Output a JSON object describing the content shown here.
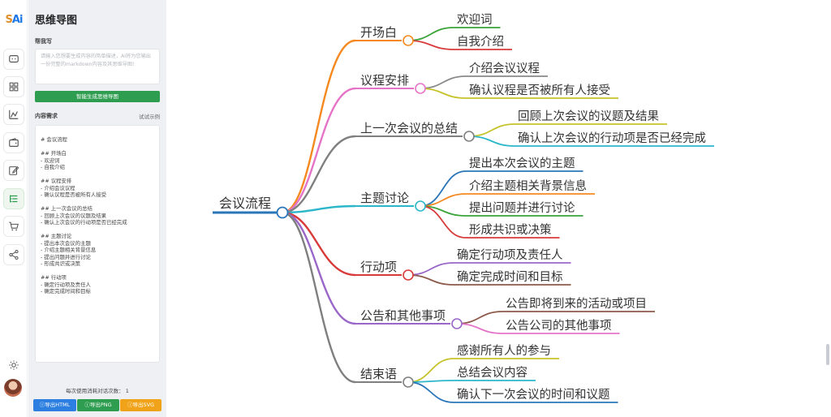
{
  "app": {
    "logo": {
      "left": "S",
      "right": "Ai"
    },
    "title": "思维导图"
  },
  "rail": [
    "chat-icon",
    "grid-icon",
    "chart-icon",
    "wallet-icon",
    "edit-icon",
    "mindmap-icon",
    "cart-icon",
    "share-icon",
    "sun-icon"
  ],
  "panel": {
    "helper_label": "帮我写",
    "prompt_placeholder": "请输入您想要生成内容的简单描述，AI将为您输出一份完整的markdown内容及其思维导图!",
    "generate_button": "智能生成思维导图",
    "requirement_label": "内容需求",
    "example_link": "试试示例",
    "markdown_lines": [
      "# 会议流程",
      "",
      "## 开场白",
      "- 欢迎词",
      "- 自我介绍",
      "",
      "## 议程安排",
      "- 介绍会议议程",
      "- 确认议程是否被所有人接受",
      "",
      "## 上一次会议的总结",
      "- 回顾上次会议的议题及结果",
      "- 确认上次会议的行动项是否已经完成",
      "",
      "## 主题讨论",
      "- 提出本次会议的主题",
      "- 介绍主题相关背景信息",
      "- 提出问题并进行讨论",
      "- 形成共识或决策",
      "",
      "## 行动项",
      "- 确定行动项及责任人",
      "- 确定完成时间和目标"
    ],
    "usage_text": "每次使用消耗对话次数： 1",
    "export_html": "导出HTML",
    "export_png": "导出PNG",
    "export_svg": "导出SVG"
  },
  "mindmap": {
    "root": "会议流程",
    "branches": [
      {
        "label": "开场白",
        "color": "#f5891f",
        "children": [
          {
            "label": "欢迎词",
            "color": "#3aa33a"
          },
          {
            "label": "自我介绍",
            "color": "#d83a3a"
          }
        ]
      },
      {
        "label": "议程安排",
        "color": "#e574c9",
        "children": [
          {
            "label": "介绍会议议程",
            "color": "#8a8a8a"
          },
          {
            "label": "确认议程是否被所有人接受",
            "color": "#c6c22a"
          }
        ]
      },
      {
        "label": "上一次会议的总结",
        "color": "#7f7f7f",
        "children": [
          {
            "label": "回顾上次会议的议题及结果",
            "color": "#c6c22a"
          },
          {
            "label": "确认上次会议的行动项是否已经完成",
            "color": "#2bb7c9"
          }
        ]
      },
      {
        "label": "主题讨论",
        "color": "#2bb7c9",
        "children": [
          {
            "label": "提出本次会议的主题",
            "color": "#2a76b8"
          },
          {
            "label": "介绍主题相关背景信息",
            "color": "#f5891f"
          },
          {
            "label": "提出问题并进行讨论",
            "color": "#3aa33a"
          },
          {
            "label": "形成共识或决策",
            "color": "#d83a3a"
          }
        ]
      },
      {
        "label": "行动项",
        "color": "#d83a3a",
        "children": [
          {
            "label": "确定行动项及责任人",
            "color": "#9a67c9"
          },
          {
            "label": "确定完成时间和目标",
            "color": "#8c5a4a"
          }
        ]
      },
      {
        "label": "公告和其他事项",
        "color": "#9a67c9",
        "children": [
          {
            "label": "公告即将到来的活动或项目",
            "color": "#8c5a4a"
          },
          {
            "label": "公告公司的其他事项",
            "color": "#e574c9"
          }
        ]
      },
      {
        "label": "结束语",
        "color": "#7f7f7f",
        "children": [
          {
            "label": "感谢所有人的参与",
            "color": "#c6c22a"
          },
          {
            "label": "总结会议内容",
            "color": "#2bb7c9"
          },
          {
            "label": "确认下一次会议的时间和议题",
            "color": "#2a76b8"
          }
        ]
      }
    ],
    "root_color": "#2a76b8"
  }
}
